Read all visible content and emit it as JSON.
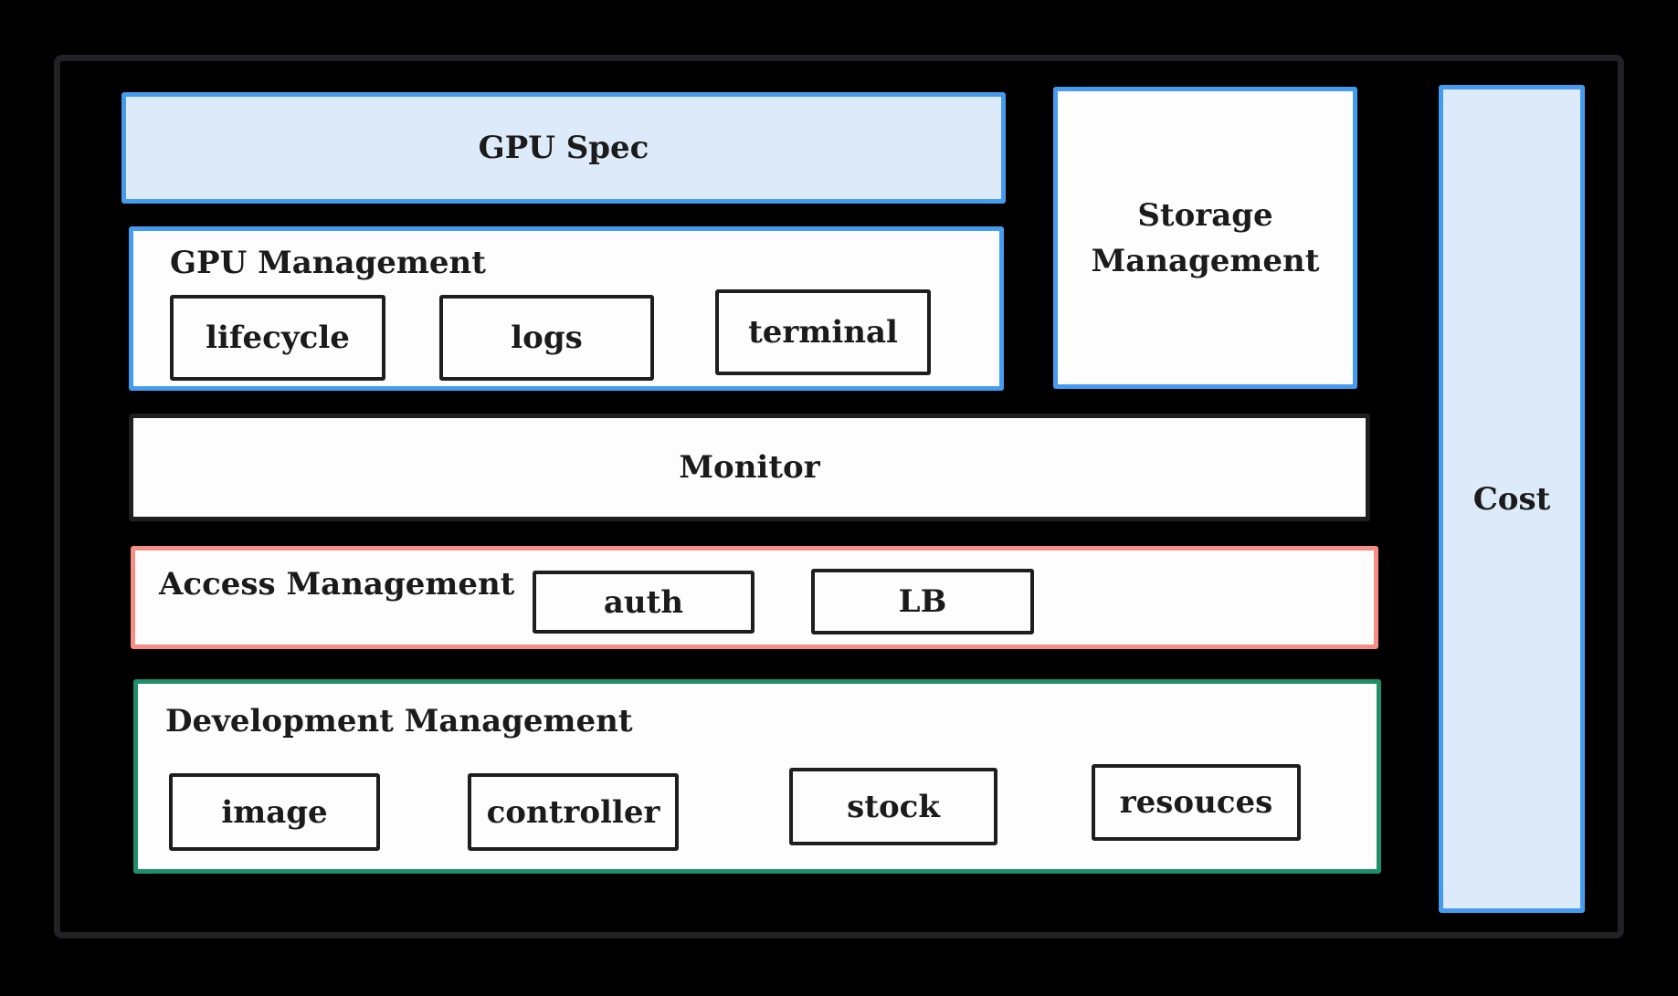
{
  "diagram": {
    "gpu_spec": {
      "label": "GPU Spec"
    },
    "gpu_management": {
      "title": "GPU Management",
      "items": [
        {
          "label": "lifecycle"
        },
        {
          "label": "logs"
        },
        {
          "label": "terminal"
        }
      ]
    },
    "storage_management": {
      "label": "Storage Management"
    },
    "monitor": {
      "label": "Monitor"
    },
    "access_management": {
      "title": "Access Management",
      "items": [
        {
          "label": "auth"
        },
        {
          "label": "LB"
        }
      ]
    },
    "development_management": {
      "title": "Development Management",
      "items": [
        {
          "label": "image"
        },
        {
          "label": "controller"
        },
        {
          "label": "stock"
        },
        {
          "label": "resouces"
        }
      ]
    },
    "cost": {
      "label": "Cost"
    }
  },
  "colors": {
    "background": "#000000",
    "frame_stroke": "#222226",
    "blue_stroke": "#459CEF",
    "blue_fill": "#DDEAF9",
    "white_fill": "#FDFDFD",
    "red_stroke": "#F68E86",
    "green_stroke": "#1E8F69",
    "dark_stroke": "#1E1E1E",
    "text": "#1B1B1B"
  }
}
